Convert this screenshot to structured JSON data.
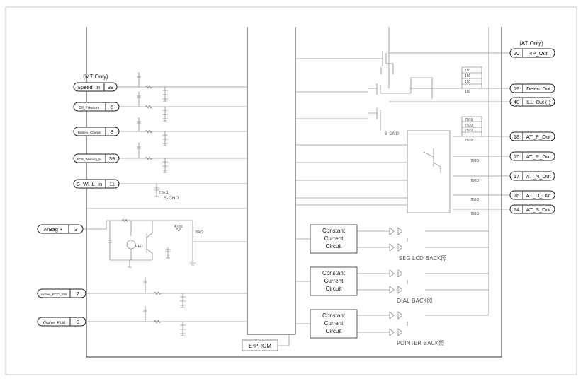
{
  "headers": {
    "mt_only": "(MT Only)",
    "at_only": "(AT Only)"
  },
  "left_pins": [
    {
      "label": "Speed_In",
      "num": "38"
    },
    {
      "label": "Oil_Pressure",
      "num": "6"
    },
    {
      "label": "Battery_Charge",
      "num": "8"
    },
    {
      "label": "ECE_Warning_In",
      "num": "39"
    },
    {
      "label": "S_WHL_In",
      "num": "11"
    },
    {
      "label": "A/Bag +",
      "num": "3"
    },
    {
      "label": "Active_ECO_SW",
      "num": "7"
    },
    {
      "label": "Washer_Fluid",
      "num": "9"
    }
  ],
  "right_pins": [
    {
      "num": "20",
      "label": "4P_Out"
    },
    {
      "num": "19",
      "label": "Detent Out"
    },
    {
      "num": "40",
      "label": "ILL_Out (-)"
    },
    {
      "num": "18",
      "label": "AT_P_Out"
    },
    {
      "num": "15",
      "label": "AT_R_Out"
    },
    {
      "num": "17",
      "label": "AT_N_Out"
    },
    {
      "num": "16",
      "label": "AT_D_Out"
    },
    {
      "num": "14",
      "label": "AT_S_Out"
    }
  ],
  "blocks": [
    {
      "line1": "Constant",
      "line2": "Current",
      "line3": "Circuit",
      "caption": "SEG LCD BACK照"
    },
    {
      "line1": "Constant",
      "line2": "Current",
      "line3": "Circuit",
      "caption": "DIAL BACK照"
    },
    {
      "line1": "Constant",
      "line2": "Current",
      "line3": "Circuit",
      "caption": "POINTER BACK照"
    }
  ],
  "eeprom": "E²PROM",
  "small_labels": {
    "sgnd_1": "S-GND",
    "sgnd_2": "S-GND",
    "r_7_5k": "7.5kΩ",
    "r_150_a": "150",
    "r_150_b": "150",
    "r_150_c": "150",
    "r_150_d": "150",
    "r_750_a": "750Ω",
    "r_750_b": "750Ω",
    "r_750_c": "750Ω",
    "r_750_d": "750Ω",
    "r_750_e": "750Ω",
    "r_750_f": "750Ω",
    "r_750_g": "750Ω",
    "r_750_h": "750Ω",
    "led_label": "RED",
    "r_47k": "47kΩ",
    "r_39k": "39kΩ"
  }
}
